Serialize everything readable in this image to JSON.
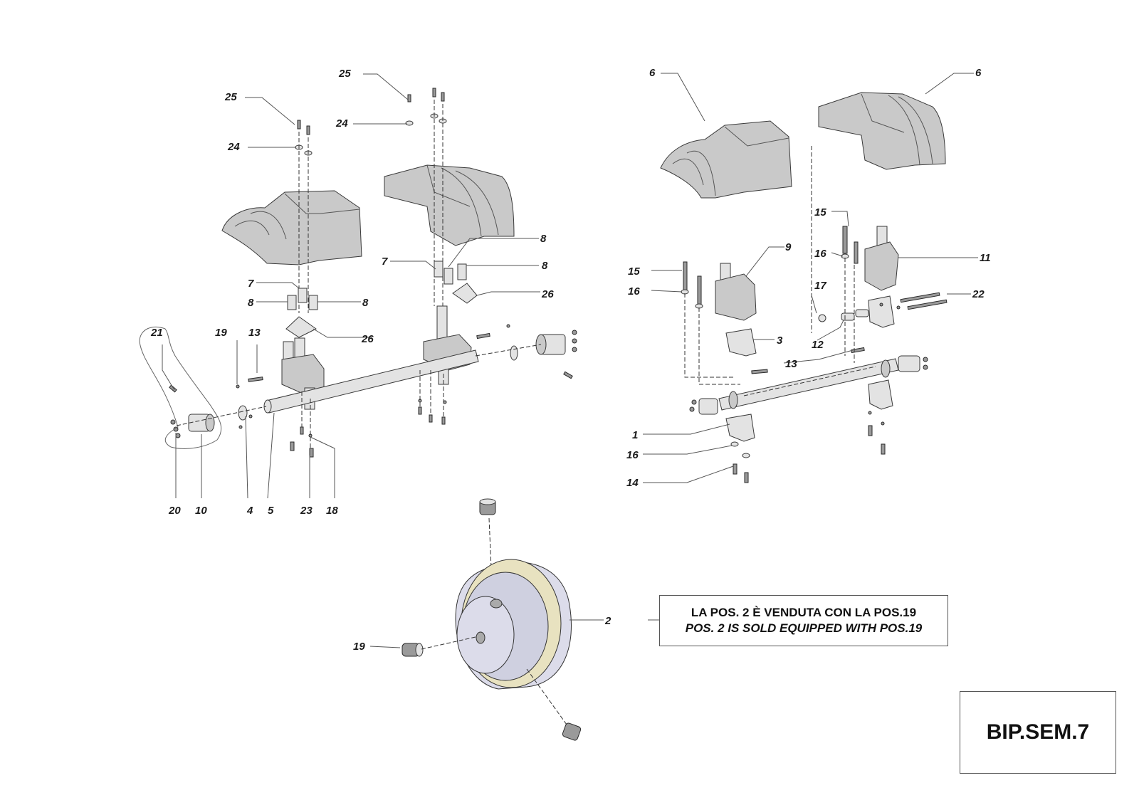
{
  "callouts": [
    {
      "id": "c25a",
      "label": "25"
    },
    {
      "id": "c24a",
      "label": "24"
    },
    {
      "id": "c25b",
      "label": "25"
    },
    {
      "id": "c24b",
      "label": "24"
    },
    {
      "id": "c7a",
      "label": "7"
    },
    {
      "id": "c8a",
      "label": "8"
    },
    {
      "id": "c8b",
      "label": "8"
    },
    {
      "id": "c26a",
      "label": "26"
    },
    {
      "id": "c7b",
      "label": "7"
    },
    {
      "id": "c8c",
      "label": "8"
    },
    {
      "id": "c8d",
      "label": "8"
    },
    {
      "id": "c26b",
      "label": "26"
    },
    {
      "id": "c21",
      "label": "21"
    },
    {
      "id": "c19a",
      "label": "19"
    },
    {
      "id": "c13a",
      "label": "13"
    },
    {
      "id": "c20",
      "label": "20"
    },
    {
      "id": "c10",
      "label": "10"
    },
    {
      "id": "c4",
      "label": "4"
    },
    {
      "id": "c5",
      "label": "5"
    },
    {
      "id": "c23",
      "label": "23"
    },
    {
      "id": "c18",
      "label": "18"
    },
    {
      "id": "c6a",
      "label": "6"
    },
    {
      "id": "c6b",
      "label": "6"
    },
    {
      "id": "c15a",
      "label": "15"
    },
    {
      "id": "c16a",
      "label": "16"
    },
    {
      "id": "c9",
      "label": "9"
    },
    {
      "id": "c15b",
      "label": "15"
    },
    {
      "id": "c16b",
      "label": "16"
    },
    {
      "id": "c11",
      "label": "11"
    },
    {
      "id": "c17",
      "label": "17"
    },
    {
      "id": "c22",
      "label": "22"
    },
    {
      "id": "c3",
      "label": "3"
    },
    {
      "id": "c12",
      "label": "12"
    },
    {
      "id": "c13b",
      "label": "13"
    },
    {
      "id": "c1",
      "label": "1"
    },
    {
      "id": "c16c",
      "label": "16"
    },
    {
      "id": "c14",
      "label": "14"
    },
    {
      "id": "c2",
      "label": "2"
    },
    {
      "id": "c19b",
      "label": "19"
    }
  ],
  "note": {
    "line1": "LA POS. 2 È VENDUTA CON LA POS.19",
    "line2": "POS. 2 IS SOLD EQUIPPED WITH POS.19"
  },
  "drawing_code": "BIP.SEM.7"
}
